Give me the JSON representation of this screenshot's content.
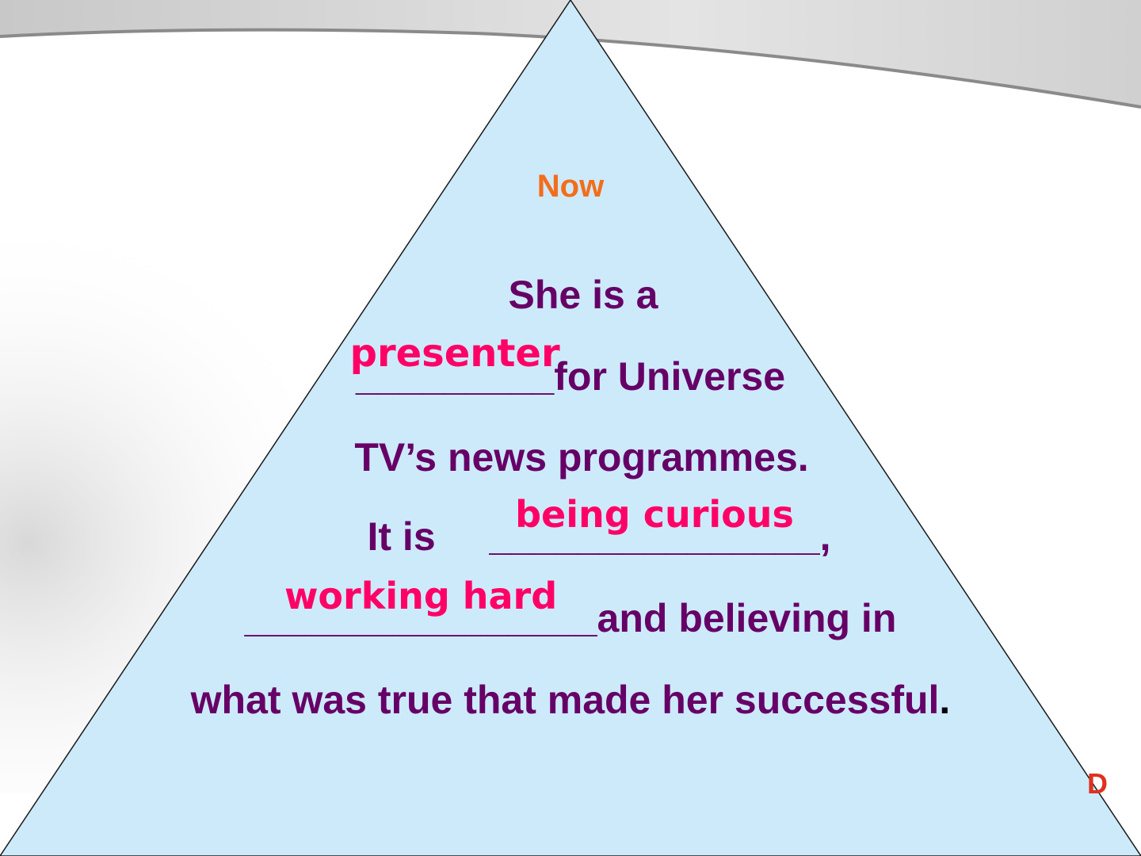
{
  "slide": {
    "title": "Now",
    "line1": "She is a",
    "answer1": "presenter",
    "blank1": "_________",
    "line2_after": "for Universe",
    "line3": "TV’s news programmes.",
    "line4_before": "It is",
    "answer2": "being curious",
    "blank2": "_______________",
    "line4_after": ",",
    "answer3": "working hard",
    "blank3": "________________",
    "line5_after": "and believing in",
    "line6": "what was true that made her successful",
    "line6_period": ".",
    "corner_fragment": "D"
  },
  "colors": {
    "triangle_fill": "#cdeafb",
    "text": "#660066",
    "answer": "#ff0066",
    "title": "#f36d1a"
  }
}
